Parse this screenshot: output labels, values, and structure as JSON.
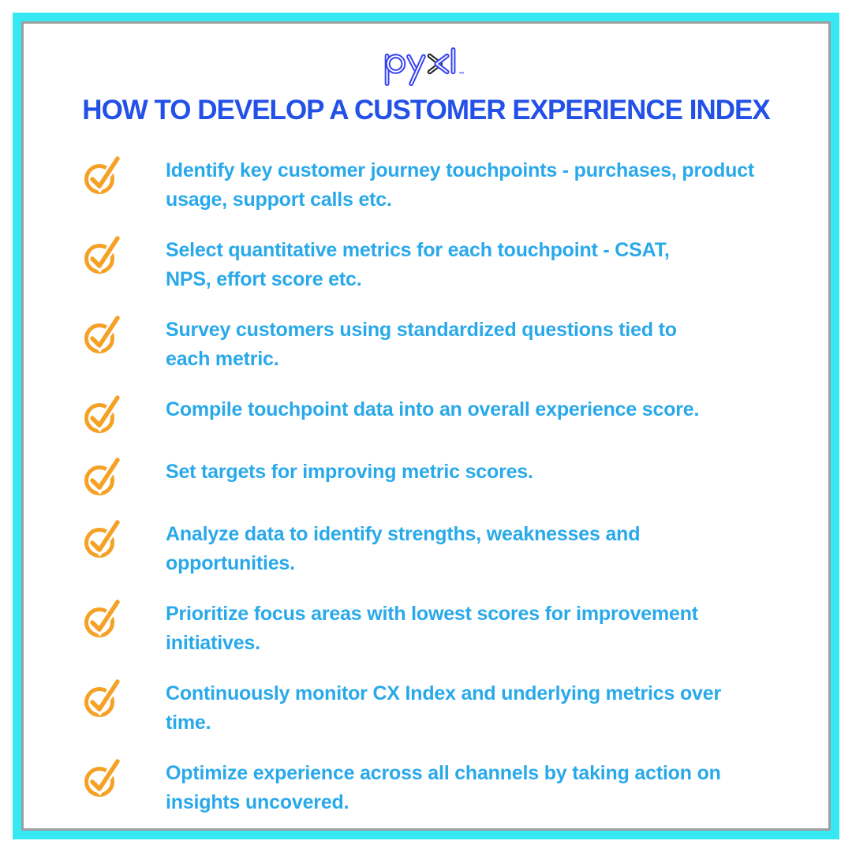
{
  "page": {
    "background": "#ffffff",
    "frame_color": "#35e8f2",
    "inner_line_color": "#9c9ea1"
  },
  "logo": {
    "text": "pyxl",
    "trademark": "™",
    "blue": "#3542ef",
    "dark": "#1f1f22"
  },
  "header": {
    "title": "HOW TO DEVELOP A CUSTOMER EXPERIENCE INDEX",
    "title_color": "#2351e8"
  },
  "checklist": {
    "icon": "check-circle-icon",
    "icon_color": "#f5a125",
    "text_color": "#29a9ea",
    "items": [
      {
        "lines": [
          "Identify key customer journey touchpoints - purchases, product",
          "usage, support calls etc."
        ]
      },
      {
        "lines": [
          "Select quantitative metrics for each touchpoint - CSAT,",
          "NPS, effort score etc."
        ]
      },
      {
        "lines": [
          "Survey customers using standardized questions tied to",
          "each metric."
        ]
      },
      {
        "lines": [
          "Compile touchpoint data into an overall experience score."
        ]
      },
      {
        "lines": [
          "Set targets for improving metric scores."
        ]
      },
      {
        "lines": [
          "Analyze data to identify strengths, weaknesses and",
          "opportunities."
        ]
      },
      {
        "lines": [
          "Prioritize focus areas with lowest scores for improvement",
          "initiatives."
        ]
      },
      {
        "lines": [
          "Continuously monitor CX Index and underlying metrics over",
          "time."
        ]
      },
      {
        "lines": [
          "Optimize experience across all channels by taking action on",
          "insights uncovered."
        ]
      }
    ]
  }
}
